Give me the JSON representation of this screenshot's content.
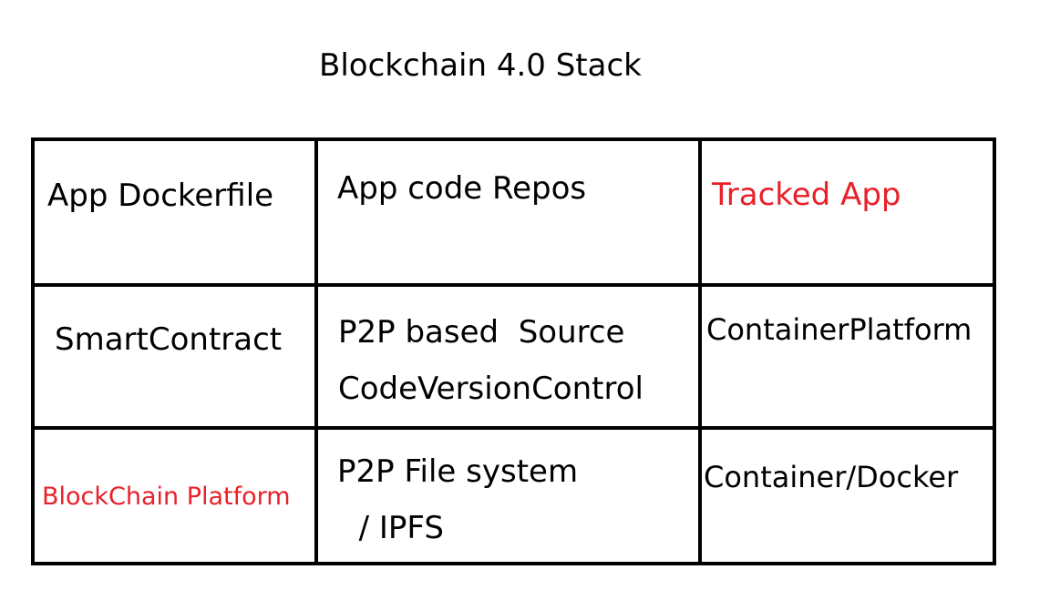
{
  "title": "Blockchain 4.0 Stack",
  "colors": {
    "text": "#000000",
    "highlight": "#e8202a",
    "border": "#000000"
  },
  "rows": [
    {
      "cells": [
        {
          "lines": [
            "App Dockerfile"
          ],
          "color": "#000000"
        },
        {
          "lines": [
            "App code Repos"
          ],
          "color": "#000000"
        },
        {
          "lines": [
            "Tracked App"
          ],
          "color": "#e8202a"
        }
      ]
    },
    {
      "cells": [
        {
          "lines": [
            "SmartContract"
          ],
          "color": "#000000"
        },
        {
          "lines": [
            "P2P based  Source",
            "CodeVersionControl"
          ],
          "color": "#000000"
        },
        {
          "lines": [
            "ContainerPlatform"
          ],
          "color": "#000000"
        }
      ]
    },
    {
      "cells": [
        {
          "lines": [
            "BlockChain Platform"
          ],
          "color": "#e8202a"
        },
        {
          "lines": [
            "P2P File system",
            "  / IPFS"
          ],
          "color": "#000000"
        },
        {
          "lines": [
            "Container/Docker"
          ],
          "color": "#000000"
        }
      ]
    }
  ]
}
